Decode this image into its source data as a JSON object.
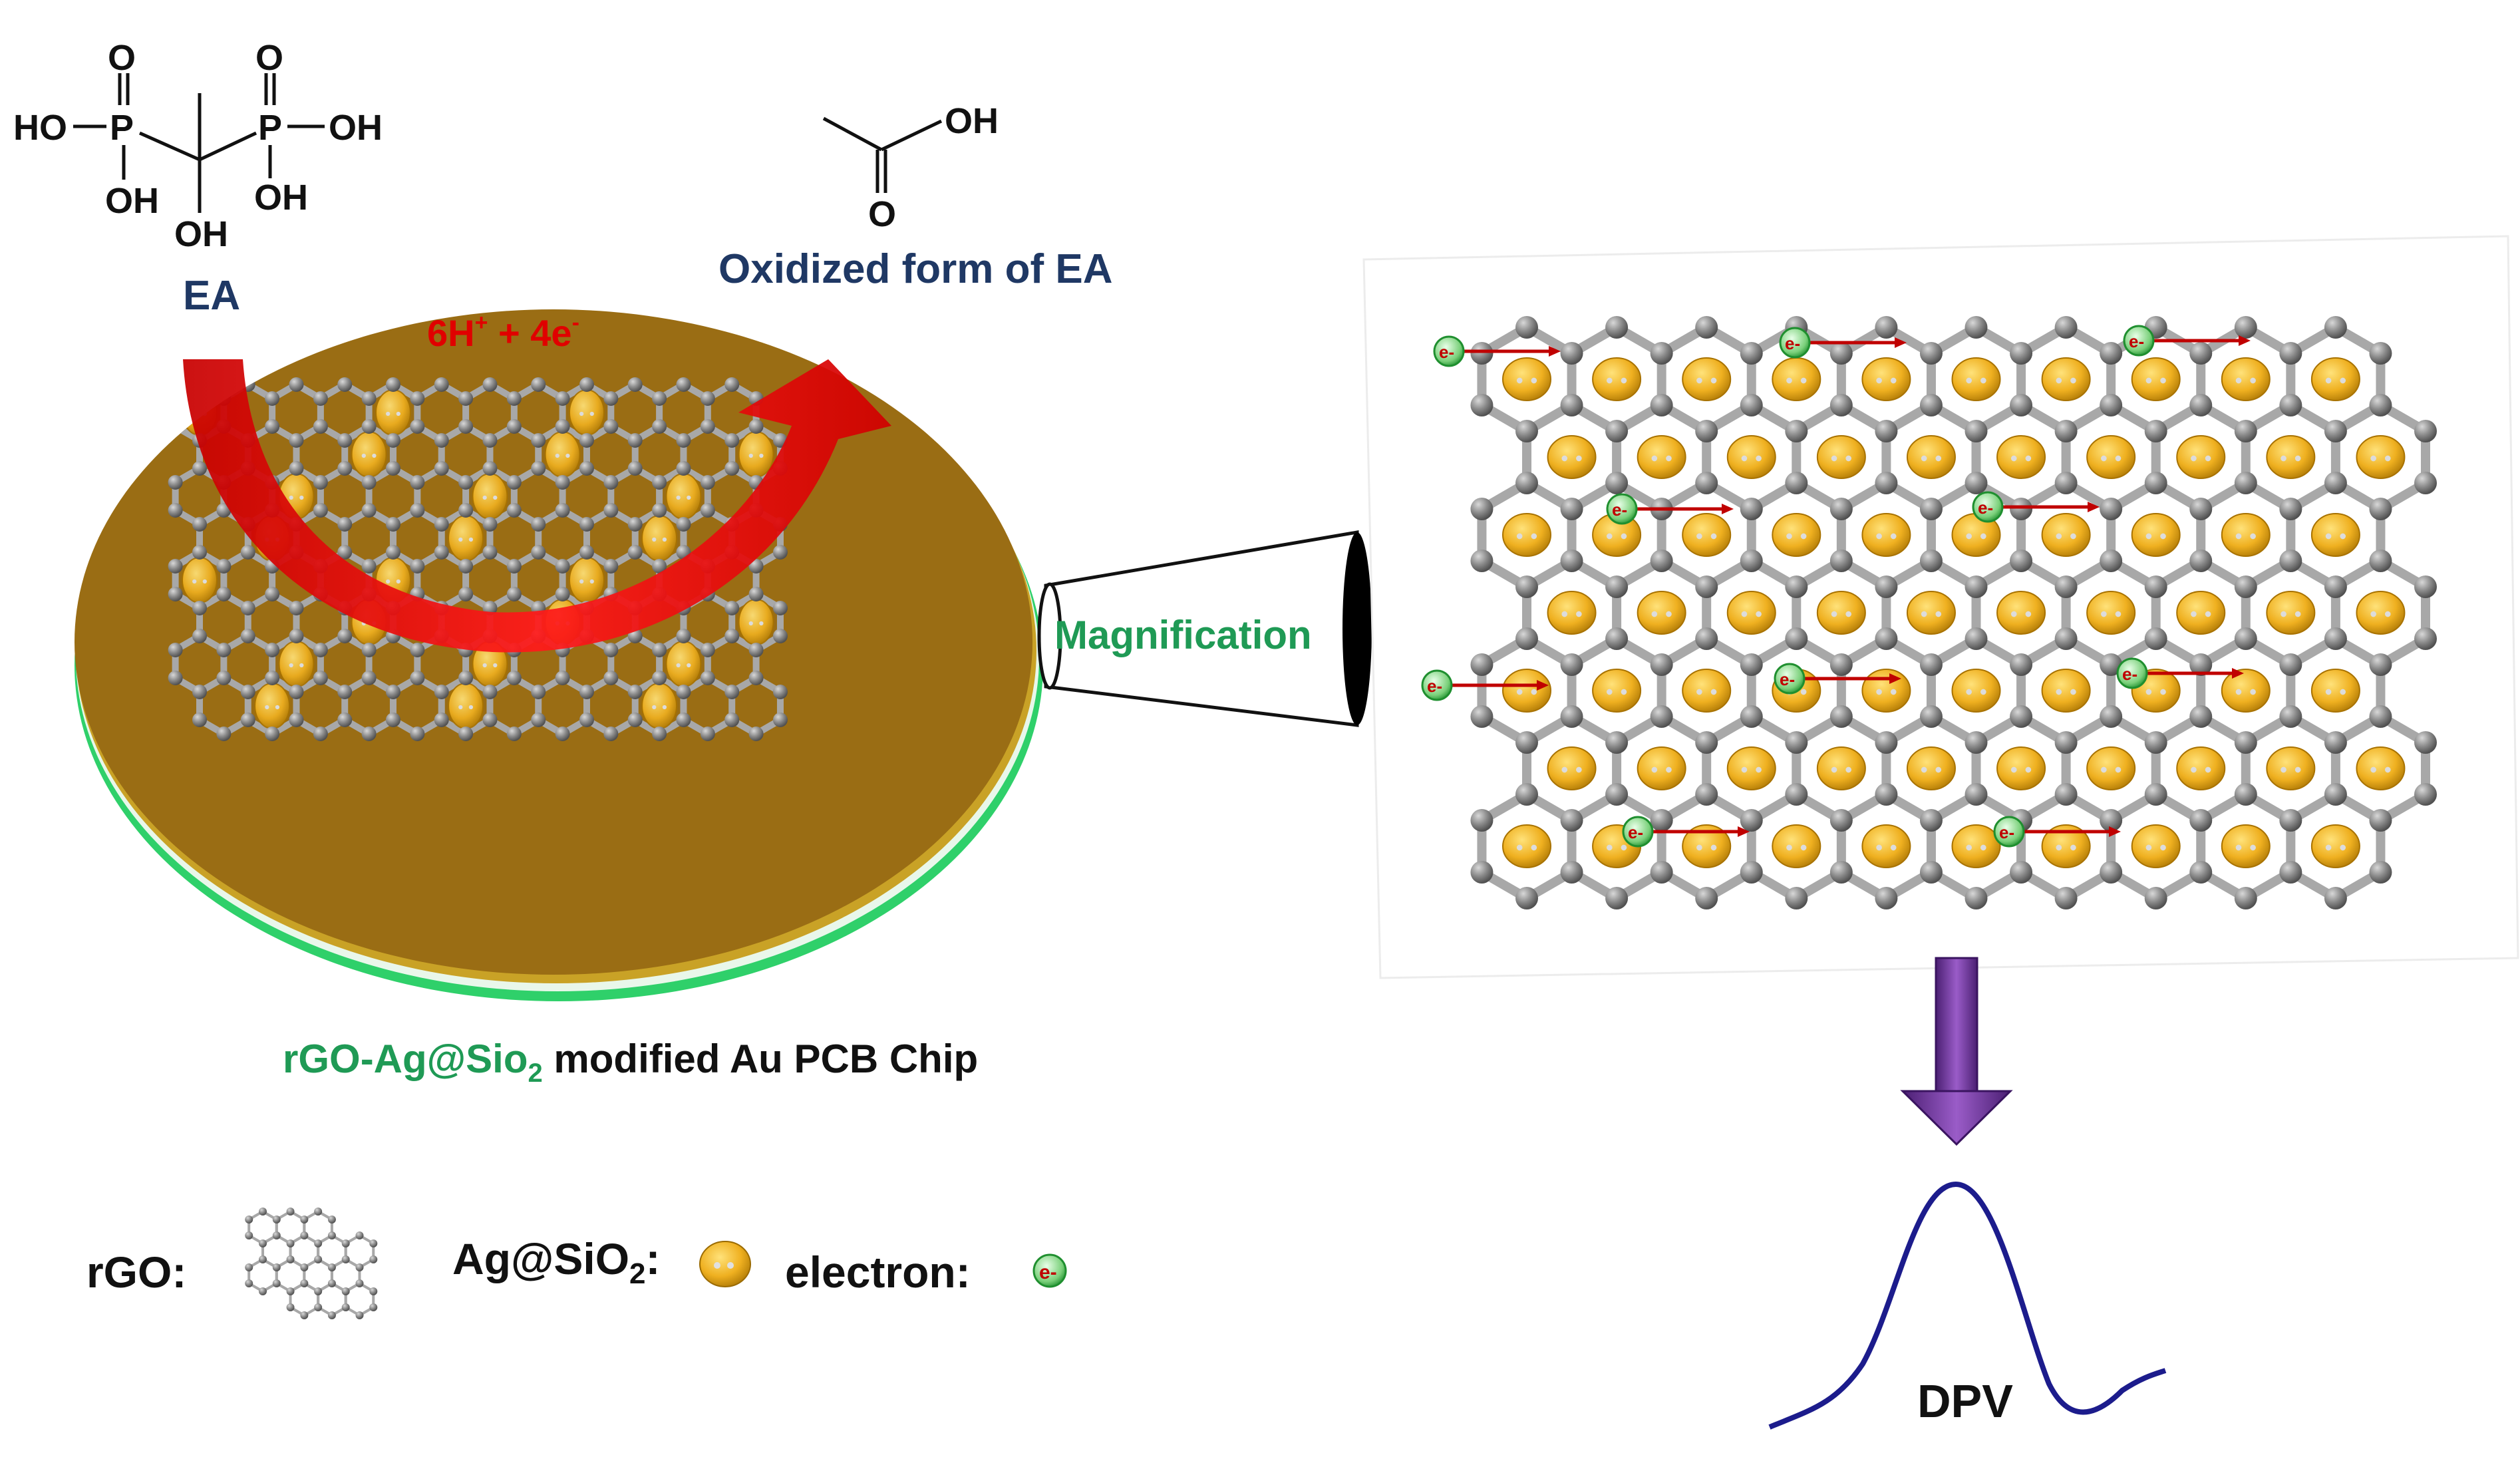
{
  "molecule_ea": {
    "label": "EA",
    "atoms": {
      "o_left": "O",
      "o_right": "O",
      "p_left": "P",
      "p_right": "P",
      "ho_left": "HO",
      "oh_right": "OH",
      "oh_p1": "OH",
      "oh_p2": "OH",
      "oh_c": "OH"
    }
  },
  "molecule_oxidized": {
    "label": "Oxidized form of EA",
    "atoms": {
      "oh": "OH",
      "o": "O"
    }
  },
  "reaction": {
    "text": "6H",
    "sup1": "+",
    "mid": " + 4e",
    "sup2": "-"
  },
  "chip": {
    "caption_part1": "rGO-Ag@Sio",
    "caption_sub": "2",
    "caption_part2": " modified Au PCB Chip",
    "colors": {
      "top": "#9a6d14",
      "rim_gold": "#c9a226",
      "rim_green": "#2fd06a"
    }
  },
  "magnifier": {
    "label": "Magnification"
  },
  "detail": {
    "electron_label": "e-"
  },
  "dpv": {
    "label": "DPV"
  },
  "legend": {
    "rgo_label": "rGO:",
    "ag_label_main": "Ag@SiO",
    "ag_label_sub": "2",
    "ag_label_end": ":",
    "electron_label": "electron:"
  },
  "colors": {
    "arrow_red": "#e00000",
    "arrow_purple": "#7030a0",
    "navy": "#1f3864",
    "green_text": "#1f9a55",
    "carbon": "#808080",
    "bond": "#a8a8a8",
    "nanoparticle": "#f2b21a",
    "curve": "#1c1c8c"
  }
}
